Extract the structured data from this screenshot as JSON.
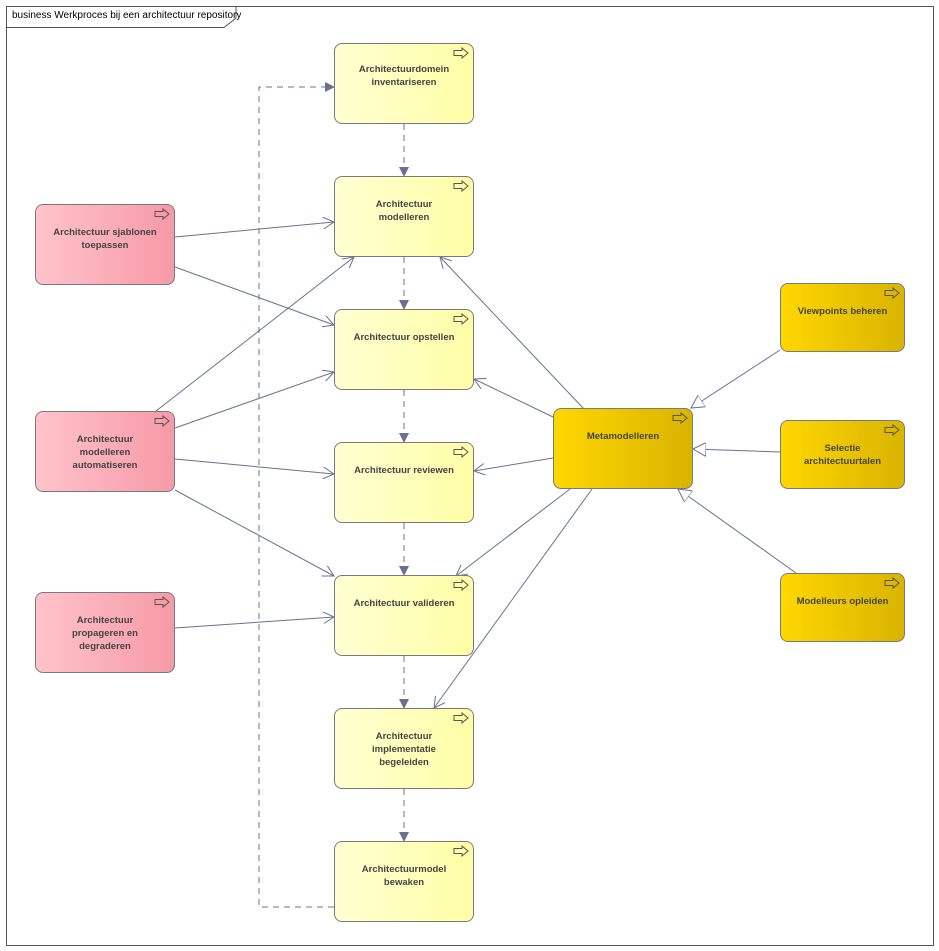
{
  "diagram": {
    "title": "business Werkproces bij een architectuur repository"
  },
  "nodes": {
    "inventariseren": "Architectuurdomein inventariseren",
    "modelleren": "Architectuur modelleren",
    "opstellen": "Architectuur opstellen",
    "reviewen": "Architectuur reviewen",
    "valideren": "Architectuur valideren",
    "implementatie": "Architectuur implementatie begeleiden",
    "bewaken": "Architectuurmodel bewaken",
    "sjablonen": "Architectuur sjablonen toepassen",
    "automatiseren": "Architectuur modelleren automatiseren",
    "propageren": "Architectuur propageren en degraderen",
    "metamodelleren": "Metamodelleren",
    "viewpoints": "Viewpoints beheren",
    "talen": "Selectie architectuurtalen",
    "opleiden": "Modelleurs opleiden"
  },
  "colors": {
    "process_yellow": "#fefea6",
    "process_gold": "#ffd700",
    "process_pink": "#f69aa7",
    "connector": "#6b7090"
  },
  "icons": {
    "process": "process-arrow-icon"
  }
}
